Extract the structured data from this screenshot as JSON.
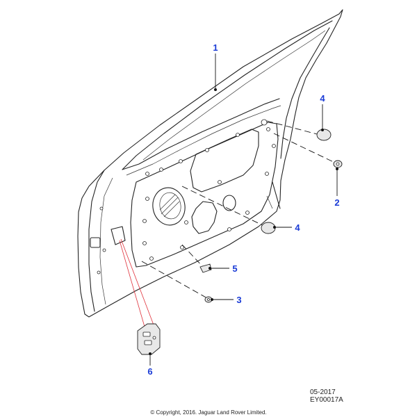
{
  "diagram": {
    "callouts": [
      {
        "id": "c1",
        "label": "1"
      },
      {
        "id": "c2",
        "label": "2"
      },
      {
        "id": "c3",
        "label": "3"
      },
      {
        "id": "c4a",
        "label": "4"
      },
      {
        "id": "c4b",
        "label": "4"
      },
      {
        "id": "c5",
        "label": "5"
      },
      {
        "id": "c6",
        "label": "6"
      }
    ],
    "date_code": "05-2017",
    "drawing_number": "EY00017A",
    "copyright": "© Copyright, 2016. Jaguar Land Rover Limited.",
    "colors": {
      "callout": "#1a3bd6",
      "line": "#222222",
      "leader_red": "#e0303a"
    }
  }
}
